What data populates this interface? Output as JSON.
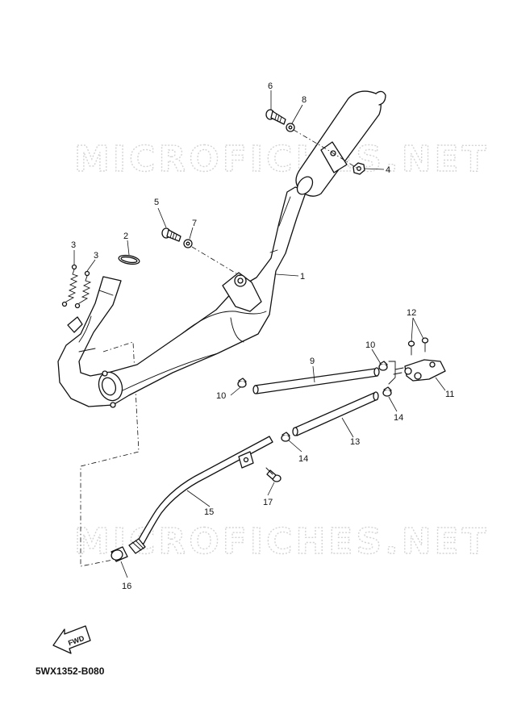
{
  "watermark": {
    "top_text": "MICROFICHES.NET",
    "bottom_text": "MICROFICHES.NET"
  },
  "fwd_indicator": {
    "label": "FWD",
    "icon": "fwd-arrow-icon"
  },
  "diagram_code": "5WX1352-B080",
  "callouts": [
    {
      "id": "c1",
      "label": "1"
    },
    {
      "id": "c2",
      "label": "2"
    },
    {
      "id": "c3a",
      "label": "3"
    },
    {
      "id": "c3b",
      "label": "3"
    },
    {
      "id": "c4",
      "label": "4"
    },
    {
      "id": "c5",
      "label": "5"
    },
    {
      "id": "c6",
      "label": "6"
    },
    {
      "id": "c7",
      "label": "7"
    },
    {
      "id": "c8",
      "label": "8"
    },
    {
      "id": "c9",
      "label": "9"
    },
    {
      "id": "c10a",
      "label": "10"
    },
    {
      "id": "c10b",
      "label": "10"
    },
    {
      "id": "c11",
      "label": "11"
    },
    {
      "id": "c12",
      "label": "12"
    },
    {
      "id": "c13",
      "label": "13"
    },
    {
      "id": "c14a",
      "label": "14"
    },
    {
      "id": "c14b",
      "label": "14"
    },
    {
      "id": "c15",
      "label": "15"
    },
    {
      "id": "c16",
      "label": "16"
    },
    {
      "id": "c17",
      "label": "17"
    }
  ]
}
